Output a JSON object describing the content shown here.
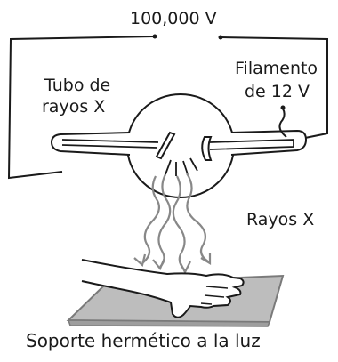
{
  "labels": {
    "voltage": "100,000 V",
    "tube_line1": "Tubo de",
    "tube_line2": "rayos X",
    "filament_line1": "Filamento",
    "filament_line2": "de 12 V",
    "rays": "Rayos X",
    "support": "Soporte hermético a la luz"
  },
  "colors": {
    "ink": "#1a1a1a",
    "ray_gray": "#888888",
    "plate_fill": "#bdbdbd",
    "plate_edge": "#7a7a7a",
    "background": "#ffffff"
  }
}
